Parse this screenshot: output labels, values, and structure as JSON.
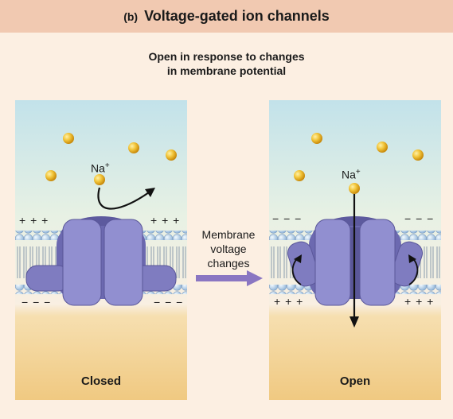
{
  "header": {
    "tag": "(b)",
    "title": "Voltage-gated ion channels"
  },
  "subtitle": {
    "line1": "Open in response to changes",
    "line2": "in membrane potential"
  },
  "closed_panel": {
    "label": "Closed",
    "ion_label": "Na",
    "ion_charge": "+",
    "top_charge_left": "+ + +",
    "top_charge_right": "+ + +",
    "bottom_charge_left": "− − −",
    "bottom_charge_right": "− − −"
  },
  "open_panel": {
    "label": "Open",
    "ion_label": "Na",
    "ion_charge": "+",
    "top_charge_left": "− − −",
    "top_charge_right": "− − −",
    "bottom_charge_left": "+ + +",
    "bottom_charge_right": "+ + +"
  },
  "transition": {
    "line1": "Membrane",
    "line2": "voltage",
    "line3": "changes"
  },
  "colors": {
    "header_bg": "#f1c9b1",
    "page_bg": "#fcefe2",
    "extracellular_top": "#c3e3ea",
    "cytoplasm": "#f0c981",
    "channel_protein": "#7f7cc0",
    "lipid_head": "#b9d4ec",
    "ion": "#e3ad1a",
    "arrow": "#8a76c2"
  }
}
